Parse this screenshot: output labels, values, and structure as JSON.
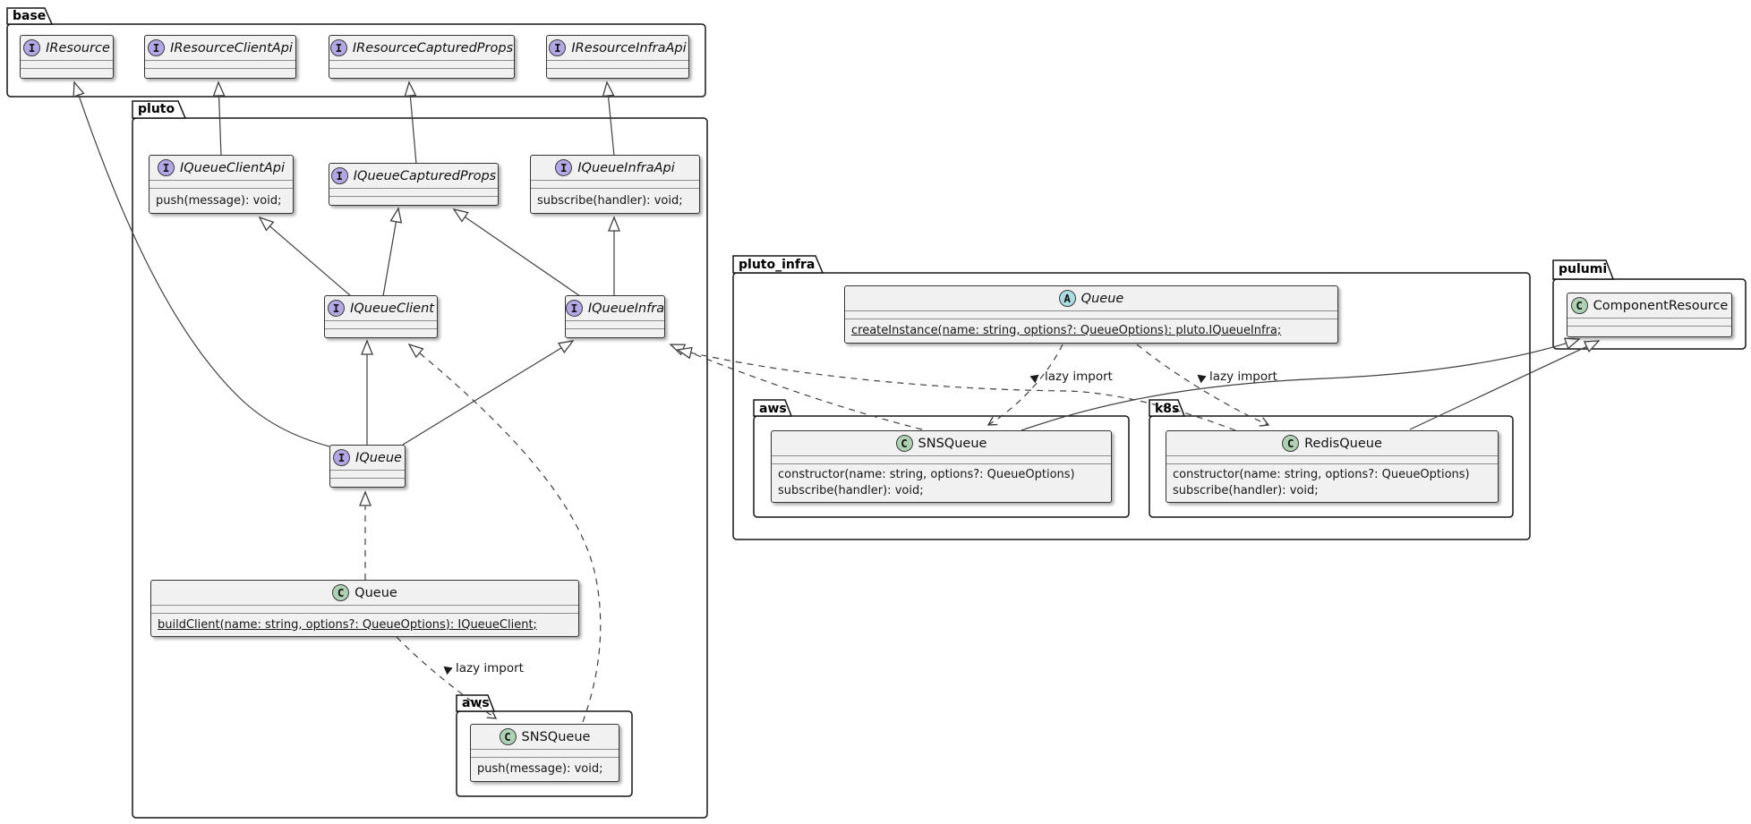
{
  "icons": {
    "interface": "I",
    "class": "C",
    "abstract": "A"
  },
  "colors": {
    "interface_icon": "#B4A7E5",
    "class_icon": "#ADD1B2",
    "abstract_icon": "#A9DCDF",
    "box_fill": "#F1F1F1",
    "package_border": "#151515",
    "edge_line": "#3f3f3f"
  },
  "edge_labels": {
    "pluto_lazy_import": "lazy import",
    "infra_aws_lazy_import": "lazy import",
    "infra_k8s_lazy_import": "lazy import"
  },
  "packages": {
    "base": {
      "label": "base",
      "classes": {
        "iresource": {
          "name": "IResource"
        },
        "iresourceclientapi": {
          "name": "IResourceClientApi"
        },
        "iresourcecapturedprops": {
          "name": "IResourceCapturedProps"
        },
        "iresourceinfraapi": {
          "name": "IResourceInfraApi"
        }
      }
    },
    "pluto": {
      "label": "pluto",
      "classes": {
        "iqueueclientapi": {
          "name": "IQueueClientApi",
          "method": "push(message): void;"
        },
        "iqueuecapturedprops": {
          "name": "IQueueCapturedProps"
        },
        "iqueueinfraapi": {
          "name": "IQueueInfraApi",
          "method": "subscribe(handler): void;"
        },
        "iqueueclient": {
          "name": "IQueueClient"
        },
        "iqueueinfra": {
          "name": "IQueueInfra"
        },
        "iqueue": {
          "name": "IQueue"
        },
        "queue": {
          "name": "Queue",
          "method": "buildClient(name: string, options?: QueueOptions): IQueueClient;"
        }
      },
      "aws": {
        "label": "aws",
        "classes": {
          "snsqueue": {
            "name": "SNSQueue",
            "method": "push(message): void;"
          }
        }
      }
    },
    "pluto_infra": {
      "label": "pluto_infra",
      "classes": {
        "queue": {
          "name": "Queue",
          "method": "createInstance(name: string, options?: QueueOptions): pluto.IQueueInfra;"
        }
      },
      "aws": {
        "label": "aws",
        "classes": {
          "snsqueue": {
            "name": "SNSQueue",
            "methods": {
              "0": "constructor(name: string, options?: QueueOptions)",
              "1": "subscribe(handler): void;"
            }
          }
        }
      },
      "k8s": {
        "label": "k8s",
        "classes": {
          "redisqueue": {
            "name": "RedisQueue",
            "methods": {
              "0": "constructor(name: string, options?: QueueOptions)",
              "1": "subscribe(handler): void;"
            }
          }
        }
      }
    },
    "pulumi": {
      "label": "pulumi",
      "classes": {
        "componentresource": {
          "name": "ComponentResource"
        }
      }
    }
  }
}
